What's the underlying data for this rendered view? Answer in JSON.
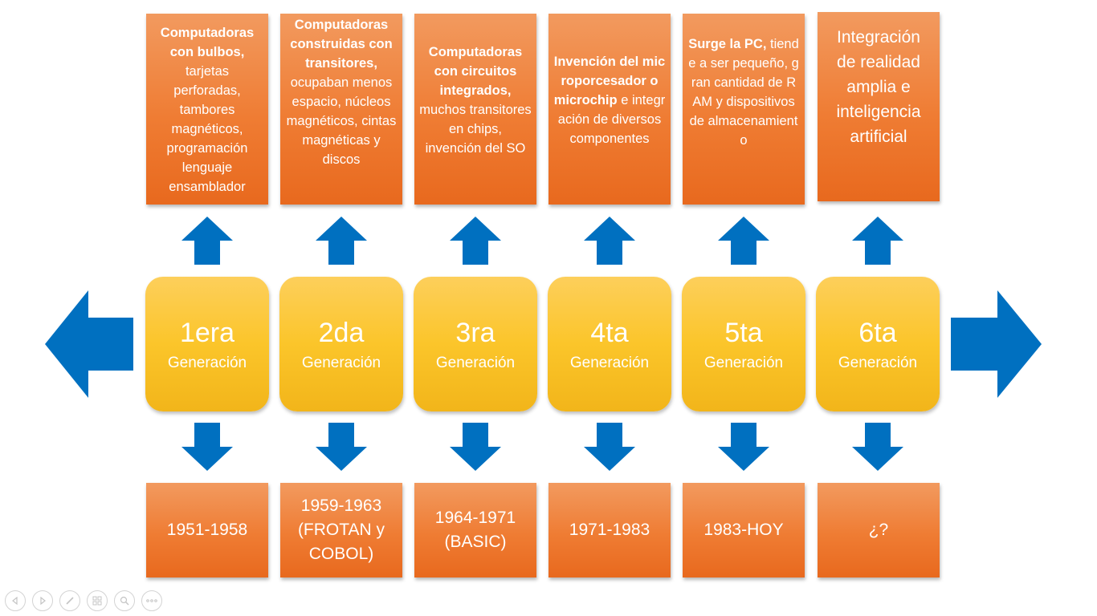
{
  "colors": {
    "arrow": "#0070c0",
    "orange_box": "#ef7c33",
    "gold_box": "#fbc52a",
    "text": "#ffffff"
  },
  "generations": [
    {
      "number": "1era",
      "label": "Generación",
      "description_bold": "Computadoras con bulbos,",
      "description_rest": "tarjetas perforadas, tambores magnéticos, programación lenguaje ensamblador",
      "period": "1951-1958"
    },
    {
      "number": "2da",
      "label": "Generación",
      "description_bold": "Computadoras construidas con transitores,",
      "description_rest": "ocupaban menos espacio, núcleos magnéticos, cintas magnéticas y discos",
      "period": "1959-1963 (FROTAN y COBOL)"
    },
    {
      "number": "3ra",
      "label": "Generación",
      "description_bold": "Computadoras con circuitos integrados,",
      "description_rest": "muchos transitores en chips, invención del SO",
      "period": "1964-1971 (BASIC)"
    },
    {
      "number": "4ta",
      "label": "Generación",
      "description_bold": "Invención del microporcesador o microchip",
      "description_rest": "e integración de diversos componentes",
      "period": "1971-1983"
    },
    {
      "number": "5ta",
      "label": "Generación",
      "description_bold": "Surge la PC,",
      "description_rest": "tiende a ser pequeño, gran cantidad de RAM y dispositivos de almacenamiento",
      "period": "1983-HOY"
    },
    {
      "number": "6ta",
      "label": "Generación",
      "description_bold": "",
      "description_rest": "Integración de realidad amplia e inteligencia artificial",
      "period": "¿?"
    }
  ],
  "slideshow_controls": {
    "icons": [
      "previous-icon",
      "next-icon",
      "pen-icon",
      "slides-grid-icon",
      "zoom-icon",
      "more-options-icon"
    ]
  }
}
